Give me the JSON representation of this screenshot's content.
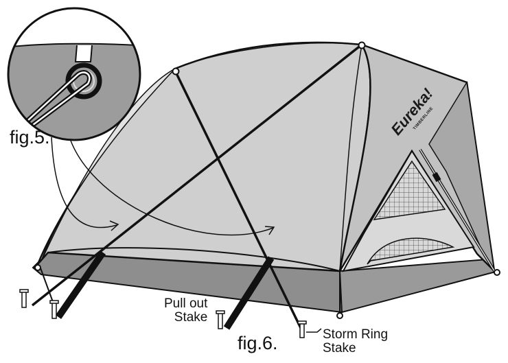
{
  "labels": {
    "fig5": "fig.5.",
    "fig6": "fig.6.",
    "pull_out_line1": "Pull out",
    "pull_out_line2": "Stake",
    "storm_line1": "Storm Ring",
    "storm_line2": "Stake"
  },
  "brand": {
    "name": "Eureka!",
    "sub": "TIMBERLINE"
  },
  "colors": {
    "tent_body": "#cfcfcf",
    "tent_side": "#bdbdbd",
    "floor": "#8e8e8e",
    "ink": "#111111"
  }
}
